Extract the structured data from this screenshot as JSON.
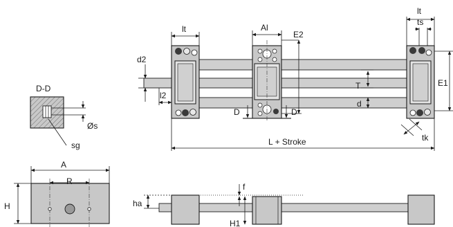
{
  "labels": {
    "dd": "D-D",
    "os": "Øs",
    "sg": "sg",
    "a": "A",
    "r": "R",
    "h": "H",
    "ha": "ha",
    "f": "f",
    "h1": "H1",
    "lt_left": "lt",
    "al": "Al",
    "e2": "E2",
    "lt_right": "lt",
    "ts": "ts",
    "d2": "d2",
    "l2": "l2",
    "t": "T",
    "e1": "E1",
    "d_small": "d",
    "d_cut_left": "D",
    "d_cut_right": "D",
    "tk": "tk",
    "stroke": "L + Stroke"
  },
  "colors": {
    "line": "#1a1a1a",
    "body_fill": "#c8c8c8",
    "rod_fill": "#cfcfcf",
    "dark": "#3a3a3a",
    "background": "#ffffff"
  }
}
